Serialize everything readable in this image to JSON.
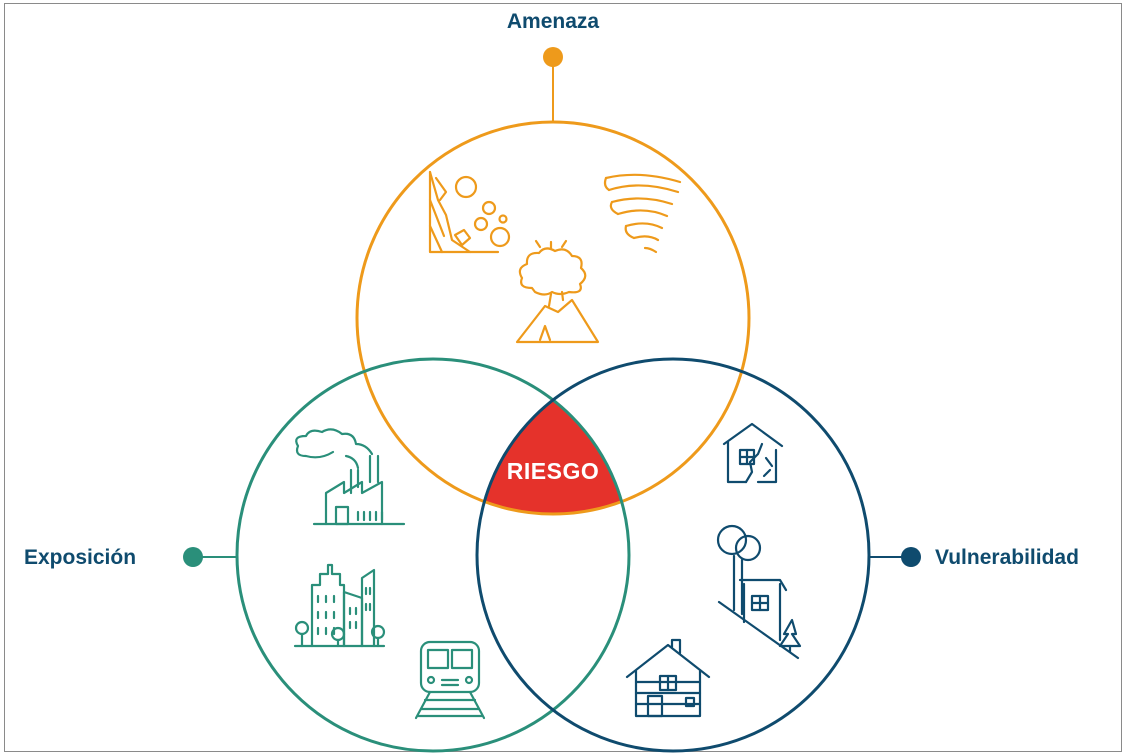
{
  "labels": {
    "threat": "Amenaza",
    "exposure": "Exposición",
    "vulnerability": "Vulnerabilidad",
    "risk": "RIESGO"
  },
  "colors": {
    "threat": "#EE9A1B",
    "exposure": "#2A8F7A",
    "vulnerability": "#0F4B6E",
    "risk": "#E5322B"
  },
  "icons": {
    "threat": [
      "landslide-icon",
      "tornado-icon",
      "volcano-icon"
    ],
    "exposure": [
      "factory-icon",
      "city-buildings-icon",
      "train-icon"
    ],
    "vulnerability": [
      "damaged-house-icon",
      "house-on-slope-icon",
      "log-cabin-icon"
    ]
  }
}
